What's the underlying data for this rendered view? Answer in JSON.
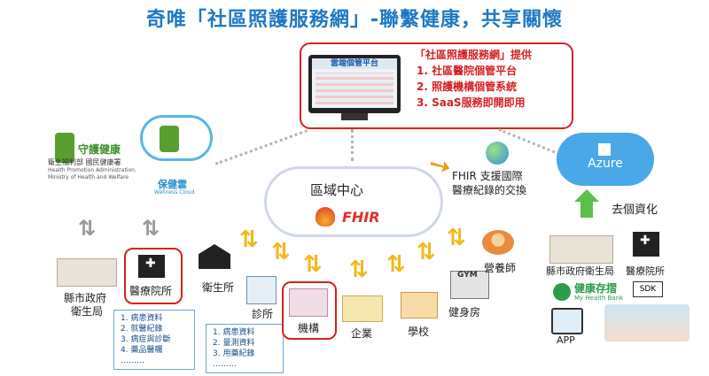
{
  "title": "奇唯「社區照護服務網」-聯繫健康，共享關懷",
  "provide": {
    "heading": "「社區照護服務網」提供",
    "items": [
      "1.  社區醫院個管平台",
      "2.  照護機構個管系統",
      "3.  SaaS服務即開即用"
    ]
  },
  "platform": {
    "screen_title": "雲端個管平台"
  },
  "center": {
    "label": "區域中心",
    "fhir": "FHIR"
  },
  "fhir_note": {
    "line1": "FHIR 支援國際",
    "line2": "醫療紀錄的交換"
  },
  "logos": {
    "guard": "守護健康",
    "ministry_cn": "衛生福利部 國民健康署",
    "ministry_en1": "Health Promotion Administration,",
    "ministry_en2": "Ministry of Health and Welfare",
    "cloud_cn": "保健雲",
    "cloud_en": "Wellness Cloud"
  },
  "azure": {
    "label": "Azure",
    "deidentify": "去個資化"
  },
  "left_nodes": {
    "county": [
      "縣市政府",
      "衛生局"
    ],
    "hospital": "醫療院所",
    "hospital_list": [
      "1.    病患資料",
      "2.    就醫紀錄",
      "3.    病症與診斷",
      "4.    藥品醫囑",
      "………"
    ]
  },
  "nodes": {
    "health_station": "衛生所",
    "clinic": "診所",
    "clinic_list": [
      "1.    病患資料",
      "2.    量測資料",
      "3.    用藥紀錄",
      "………"
    ],
    "institution": "機構",
    "enterprise": "企業",
    "school": "學校",
    "gym": "健身房",
    "gym_sign": "GYM",
    "nutritionist": "營養師"
  },
  "right_nodes": {
    "county_bureau": "縣市政府衛生局",
    "hospital": "醫療院所",
    "bank_cn": "健康存摺",
    "bank_en": "My Health Bank",
    "sdk": "SDK",
    "app": "APP"
  }
}
